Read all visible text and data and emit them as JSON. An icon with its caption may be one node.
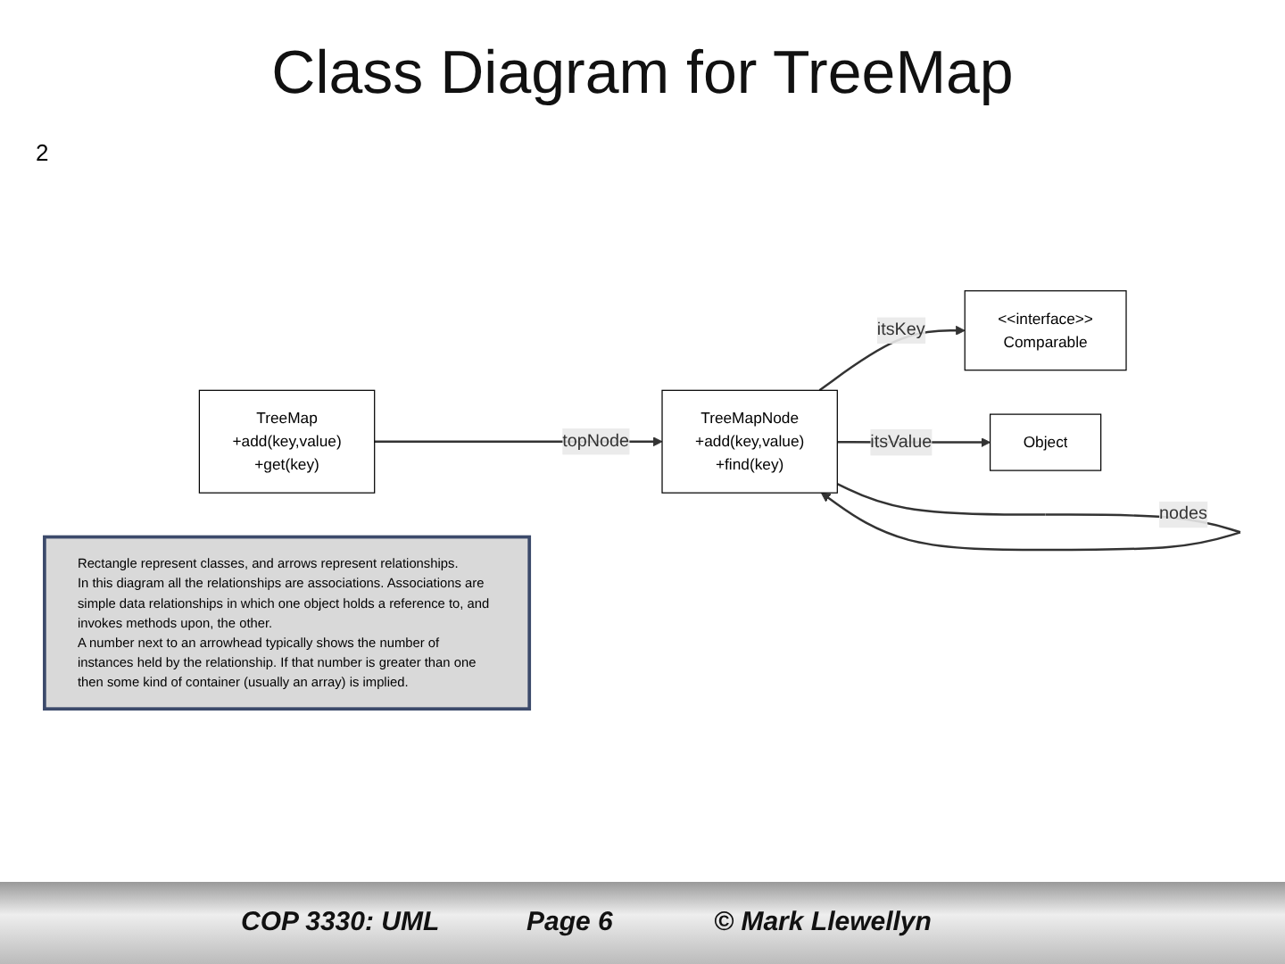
{
  "diagram": {
    "title": "Class Diagram for TreeMap",
    "nodes": [
      {
        "text": [
          "TreeMap",
          "+add(key,value)",
          "+get(key)"
        ]
      },
      {
        "text": [
          "TreeMapNode",
          "+add(key,value)",
          "+find(key)"
        ]
      },
      {
        "text": [
          "Rectangle represent classes, and arrows represent relationships.",
          "In this diagram all the relationships are associations. Associations are simple data relationships in which one object holds a reference to, and invokes methods upon, the other.",
          "A number next to an arrowhead typically shows the number of instances held by the relationship. If that number is greater than one then some kind of container (usually an array) is implied."
        ]
      },
      {
        "text": [
          "<<interface>>",
          "Comparable"
        ]
      },
      {
        "text": [
          "Object"
        ]
      }
    ],
    "edges": [
      {
        "from": 1,
        "to": 1,
        "arrow": "to",
        "label": "nodes"
      },
      {
        "from": 0,
        "to": 1,
        "arrow": "to",
        "label": "topNode"
      },
      {
        "from": 1,
        "to": 3,
        "arrow": "to",
        "label": "itsKey"
      },
      {
        "from": 1,
        "to": 4,
        "arrow": "to",
        "label": "itsValue"
      }
    ],
    "labels": [
      "2",
      "COP 3330: UML",
      "Page 6",
      "© Mark Llewellyn"
    ]
  }
}
